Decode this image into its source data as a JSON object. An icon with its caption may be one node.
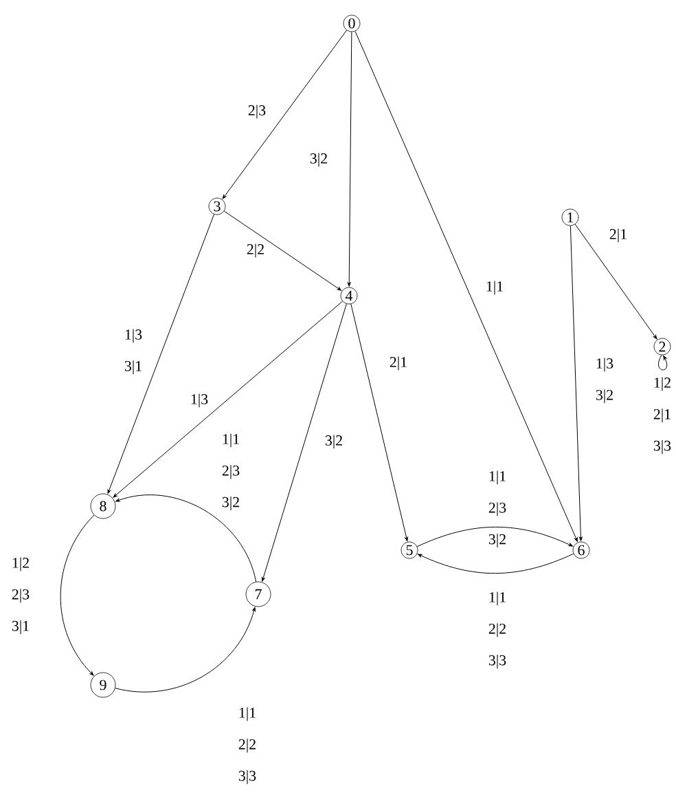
{
  "diagram": {
    "nodes": [
      {
        "text": [
          "0"
        ]
      },
      {
        "text": [
          "1"
        ]
      },
      {
        "text": [
          "2"
        ]
      },
      {
        "text": [
          "3"
        ]
      },
      {
        "text": [
          "4"
        ]
      },
      {
        "text": [
          "5"
        ]
      },
      {
        "text": [
          "6"
        ]
      },
      {
        "text": [
          "7"
        ]
      },
      {
        "text": [
          "8"
        ]
      },
      {
        "text": [
          "9"
        ]
      }
    ],
    "edges": [
      {
        "from": 0,
        "to": 3,
        "arrow": "to",
        "label": "2|3"
      },
      {
        "from": 0,
        "to": 4,
        "arrow": "to",
        "label": "3|2"
      },
      {
        "from": 0,
        "to": 6,
        "arrow": "to",
        "label": "1|1"
      },
      {
        "from": 3,
        "to": 4,
        "arrow": "to",
        "label": "2|2"
      },
      {
        "from": 3,
        "to": 8,
        "arrow": "to",
        "label": "1|3 3|1"
      },
      {
        "from": 4,
        "to": 8,
        "arrow": "to",
        "label": "1|3"
      },
      {
        "from": 4,
        "to": 7,
        "arrow": "to",
        "label": "3|2"
      },
      {
        "from": 4,
        "to": 5,
        "arrow": "to",
        "label": "2|1"
      },
      {
        "from": 7,
        "to": 8,
        "arrow": "to",
        "label": "1|1 2|3 3|2"
      },
      {
        "from": 8,
        "to": 9,
        "arrow": "to",
        "label": "1|2 2|3 3|1"
      },
      {
        "from": 9,
        "to": 7,
        "arrow": "to",
        "label": "1|1 2|2 3|3"
      },
      {
        "from": 5,
        "to": 6,
        "arrow": "to",
        "label": "1|1 2|3 3|2"
      },
      {
        "from": 6,
        "to": 5,
        "arrow": "to",
        "label": "1|1 2|2 3|3"
      },
      {
        "from": 1,
        "to": 2,
        "arrow": "to",
        "label": "2|1"
      },
      {
        "from": 1,
        "to": 6,
        "arrow": "to",
        "label": "1|3 3|2"
      },
      {
        "from": 2,
        "to": 2,
        "arrow": "to",
        "label": "1|2 2|1 3|3"
      }
    ]
  }
}
